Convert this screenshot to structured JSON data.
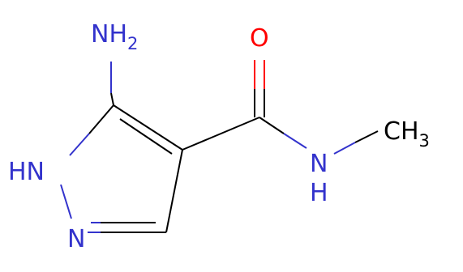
{
  "structure": {
    "bond_color": "#000000",
    "nitrogen_color": "#3333cc",
    "oxygen_color": "#ff0000",
    "atom_labels": {
      "amino": {
        "main": "NH",
        "sub": "2"
      },
      "ring_nh": "HN",
      "ring_n": "N",
      "carbonyl_o": "O",
      "amide_n": "N",
      "amide_h": "H",
      "methyl": {
        "main": "CH",
        "sub": "3"
      }
    }
  }
}
